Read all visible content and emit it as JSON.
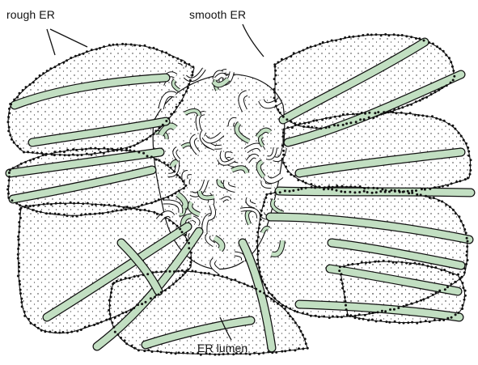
{
  "labels": {
    "rough_er": "rough ER",
    "smooth_er": "smooth ER",
    "er_lumen": "ER lumen"
  },
  "colors": {
    "lumen_fill": "#c2dfc2",
    "outline": "#111111",
    "ribosome": "#111111",
    "background": "#ffffff"
  }
}
